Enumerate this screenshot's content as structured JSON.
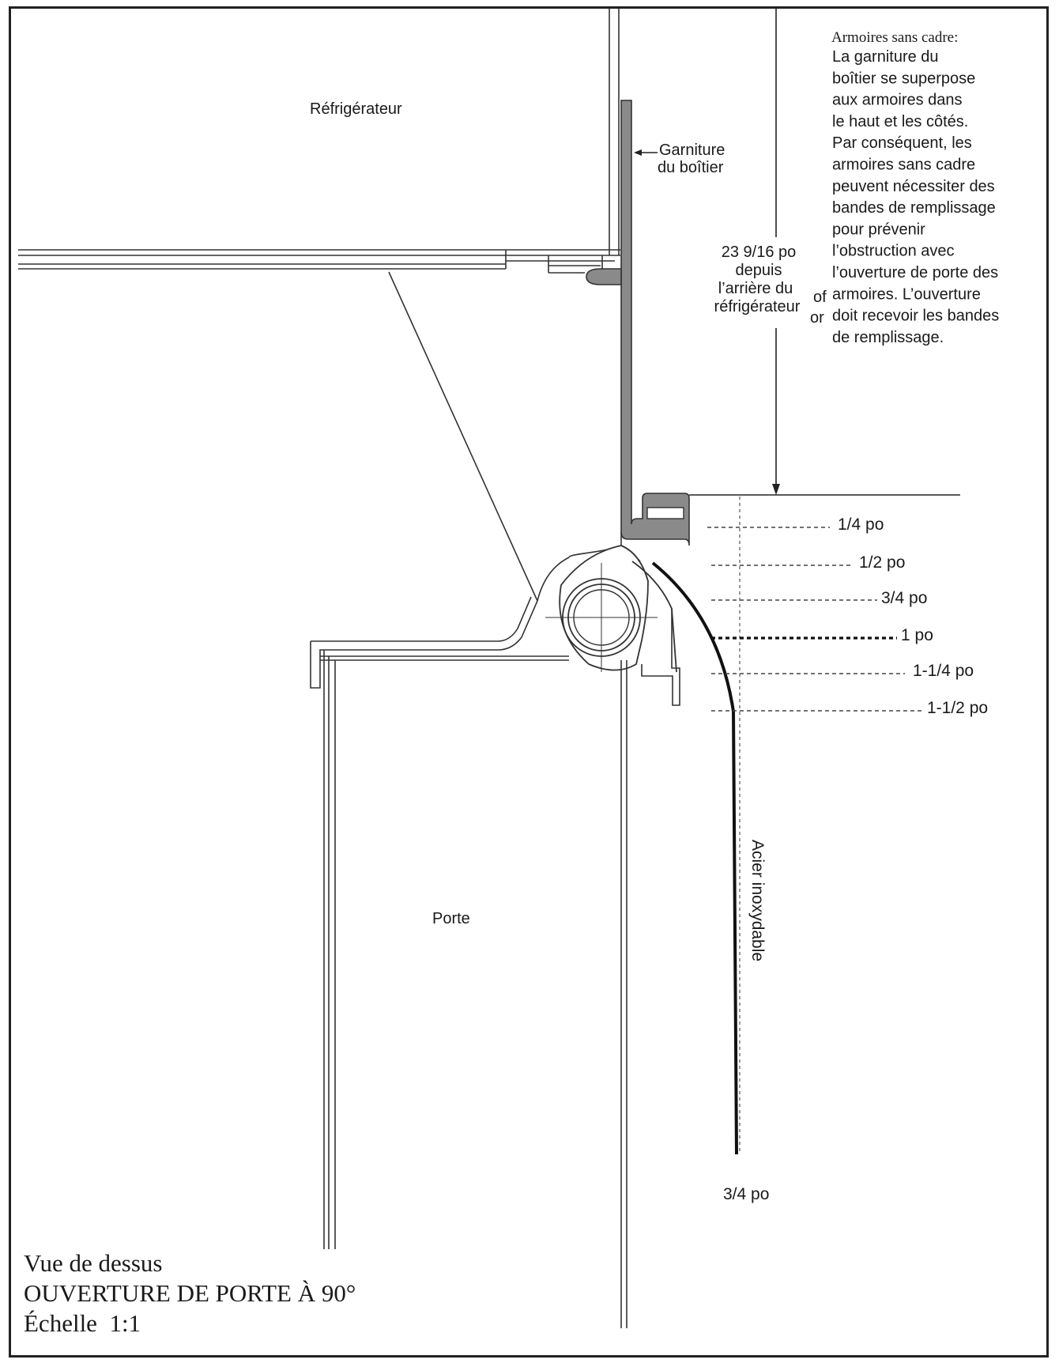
{
  "labels": {
    "refrigerator": "Réfrigérateur",
    "door": "Porte",
    "trim_line1": "Garniture",
    "trim_line2": "du boîtier",
    "depth_line1": "23 9/16 po",
    "depth_line2": "depuis",
    "depth_line3": "l’arrière du",
    "depth_line4": "réfrigérateur",
    "or_of": "of",
    "or_or": "or",
    "stainless": "Acier inoxydable",
    "bottom_dim": "3/4 po"
  },
  "note": {
    "heading": "Armoires sans cadre:",
    "lines": [
      "La garniture du",
      "boîtier se superpose",
      "aux armoires dans",
      "le haut et les côtés.",
      "Par conséquent, les",
      "armoires sans cadre",
      "peuvent nécessiter des",
      "bandes de remplissage",
      "pour prévenir",
      "l’obstruction avec",
      "l’ouverture de porte des",
      "armoires. L’ouverture",
      "doit recevoir les bandes",
      "de remplissage."
    ]
  },
  "clearances": [
    "1/4 po",
    "1/2 po",
    "3/4 po",
    "1 po",
    "1-1/4 po",
    "1-1/2 po"
  ],
  "caption": {
    "line1": "Vue de dessus",
    "line2": "OUVERTURE DE PORTE À 90°",
    "line3": "Échelle  1:1"
  }
}
